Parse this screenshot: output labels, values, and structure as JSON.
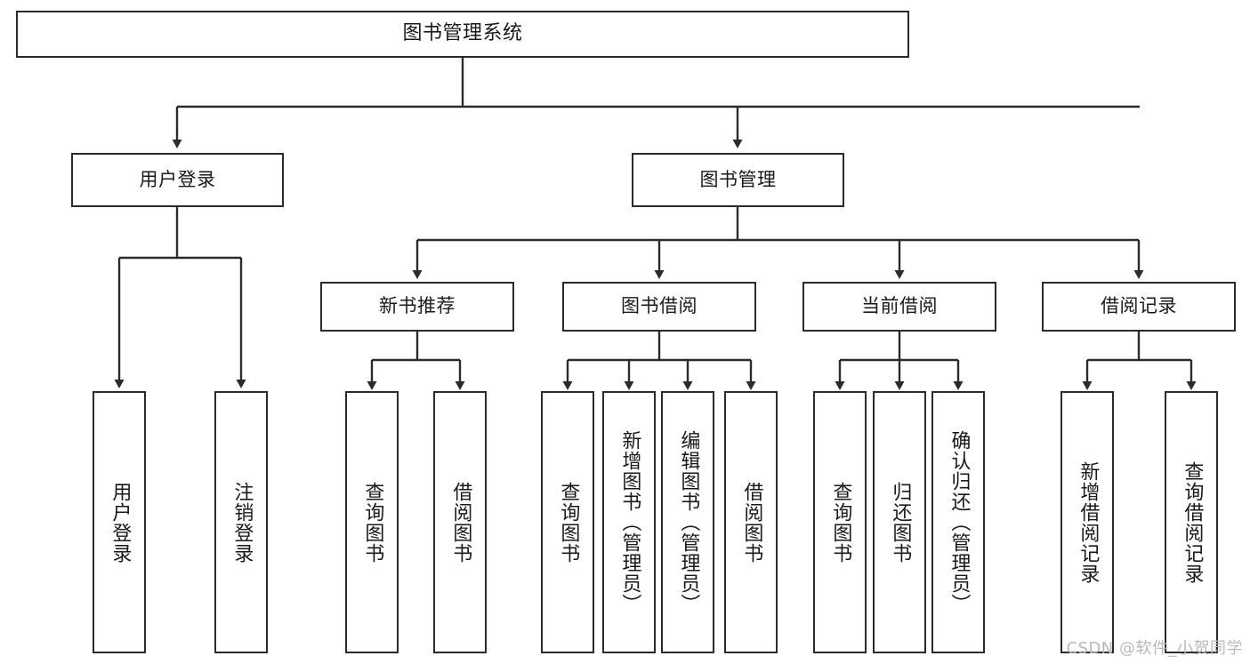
{
  "diagram": {
    "title": "图书管理系统",
    "type": "function-structure-tree",
    "colors": {
      "box_border": "#2b2b2b",
      "box_fill": "#ffffff",
      "connector": "#2b2b2b",
      "text": "#1a1a1a",
      "watermark": "#b9b9b9",
      "canvas": "#ffffff"
    },
    "root": {
      "label": "图书管理系统"
    },
    "level2": [
      {
        "label": "用户登录"
      },
      {
        "label": "图书管理"
      }
    ],
    "level3": [
      {
        "label": "新书推荐"
      },
      {
        "label": "图书借阅"
      },
      {
        "label": "当前借阅"
      },
      {
        "label": "借阅记录"
      }
    ],
    "leaves": {
      "user_login": [
        {
          "label": "用户登录"
        },
        {
          "label": "注销登录"
        }
      ],
      "new_book_recommend": [
        {
          "label": "查询图书"
        },
        {
          "label": "借阅图书"
        }
      ],
      "book_borrow": [
        {
          "label": "查询图书"
        },
        {
          "label": "新增图书（管理员）"
        },
        {
          "label": "编辑图书（管理员）"
        },
        {
          "label": "借阅图书"
        }
      ],
      "current_borrow": [
        {
          "label": "查询图书"
        },
        {
          "label": "归还图书"
        },
        {
          "label": "确认归还（管理员）"
        }
      ],
      "borrow_record": [
        {
          "label": "新增借阅记录"
        },
        {
          "label": "查询借阅记录"
        }
      ]
    }
  },
  "watermark": {
    "text": "CSDN @软件_小贺同学"
  }
}
